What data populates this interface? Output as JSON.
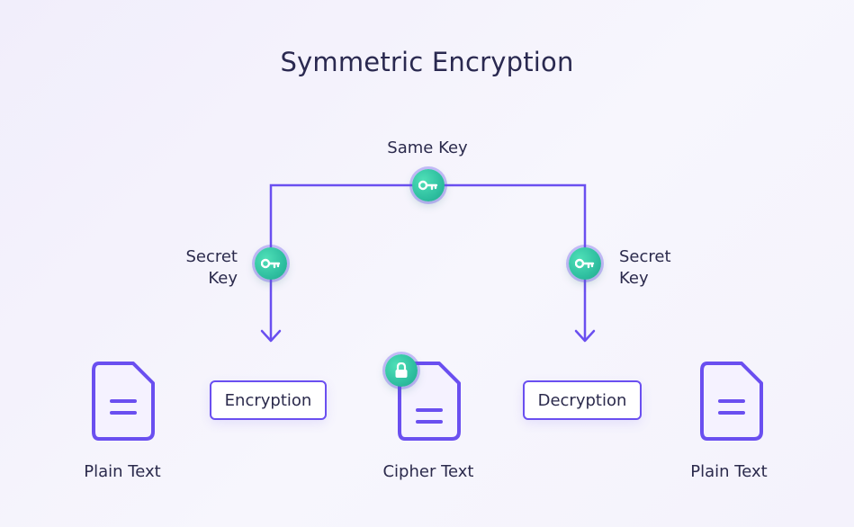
{
  "title": "Symmetric Encryption",
  "same_key_label": "Same Key",
  "secret_key_left": {
    "line1": "Secret",
    "line2": "Key"
  },
  "secret_key_right": {
    "line1": "Secret",
    "line2": "Key"
  },
  "boxes": {
    "encryption": "Encryption",
    "decryption": "Decryption"
  },
  "documents": {
    "plain_left": "Plain Text",
    "cipher": "Cipher Text",
    "plain_right": "Plain Text"
  },
  "colors": {
    "accent": "#6a4ff0",
    "key_badge": "#2fbfa0",
    "text": "#2b2a4c"
  },
  "icons": [
    "key-icon",
    "lock-icon",
    "document-icon",
    "arrow-down-icon"
  ]
}
